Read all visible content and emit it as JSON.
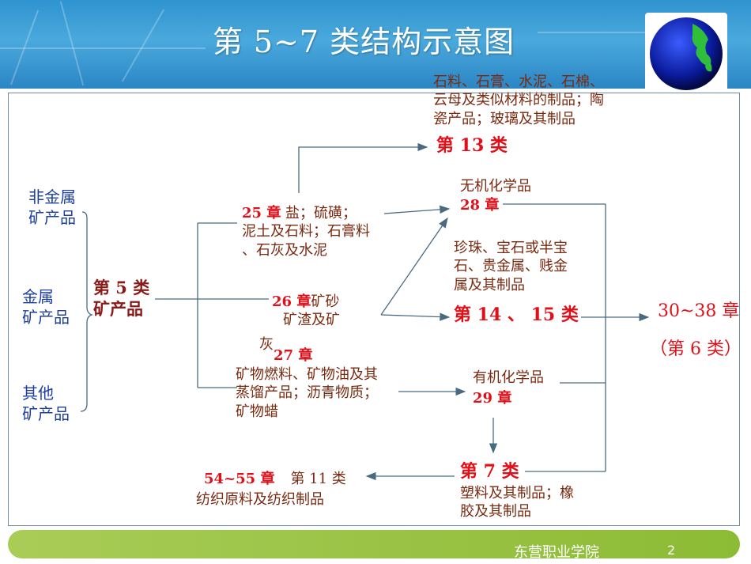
{
  "header": {
    "title": "第 5~7 类结构示意图"
  },
  "left_groups": {
    "nonmetal": "非金属\n矿产品",
    "metal": "金属\n矿产品",
    "other": "其他\n矿产品"
  },
  "class5": {
    "line1": "第 5 类",
    "line2": "矿产品"
  },
  "ch25": {
    "num": "25 章",
    "desc1": "  盐；硫磺；",
    "desc2": "泥土及石料；石膏料",
    "desc3": "、石灰及水泥"
  },
  "ch26": {
    "num": "26 章",
    "desc1": "矿砂",
    "desc2": "矿渣及矿",
    "desc3": "灰"
  },
  "ch27": {
    "num": "27 章",
    "desc1": "矿物燃料、矿物油及其",
    "desc2": "蒸馏产品；沥青物质；",
    "desc3": "矿物蜡"
  },
  "class13": {
    "desc1": "石料、石膏、水泥、石棉、",
    "desc2": "云母及类似材料的制品；陶",
    "desc3": "瓷产品；玻璃及其制品",
    "label": "第 13 类"
  },
  "ch28": {
    "desc": "无机化学品",
    "num": "28 章"
  },
  "class1415": {
    "desc1": "珍珠、宝石或半宝",
    "desc2": "石、贵金属、贱金",
    "desc3": "属及其制品",
    "label": "第 14 、 15 类"
  },
  "ch29": {
    "desc": "有机化学品",
    "num": "29 章"
  },
  "class7": {
    "label": "第 7 类",
    "desc1": "塑料及其制品；橡",
    "desc2": "胶及其制品"
  },
  "class6": {
    "chapters": "30~38 章",
    "label": "（第 6 类）"
  },
  "class11": {
    "chapters": "54~55 章",
    "label": "第 11 类",
    "desc": "纺织原料及纺织制品"
  },
  "footer": {
    "school": "东营职业学院",
    "page": "2"
  },
  "colors": {
    "header_blue": "#2f93cf",
    "footer_green": "#a9cc57",
    "accent_red": "#e0101a",
    "label_blue": "#1e3fa0",
    "text_brown": "#7a2a10",
    "arrow_gray": "#4a6a80"
  }
}
